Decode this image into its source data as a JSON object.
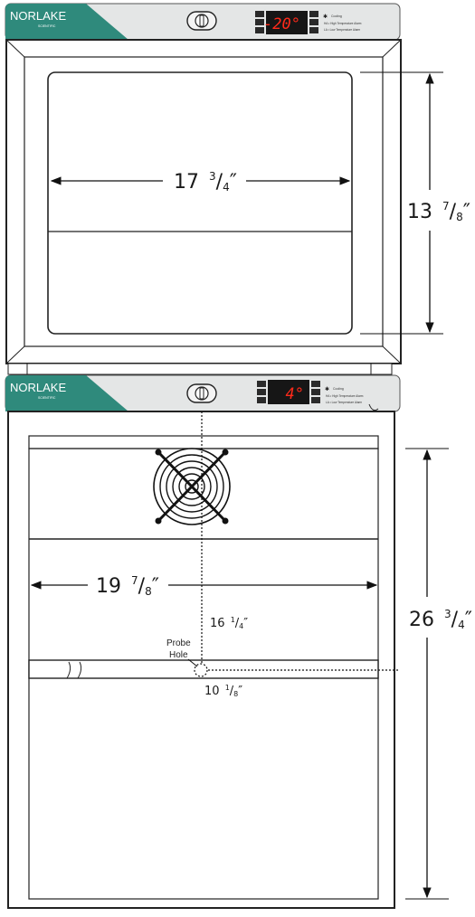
{
  "colors": {
    "brand_teal": "#2f8a7c",
    "panel_gray": "#d9dcdc",
    "display_bg": "#1a1a1a",
    "display_digits": "#ff2a1a",
    "outline": "#222222"
  },
  "top_unit": {
    "brand": "NORLAKE",
    "brand_sub": "SCIENTIFIC",
    "display_value": "-20°",
    "legend": [
      "Cooling",
      "HA • High Temperature Alarm",
      "LA • Low Temperature Alarm"
    ],
    "width_dim": {
      "whole": "17",
      "num": "3",
      "den": "4"
    },
    "height_dim": {
      "whole": "13",
      "num": "7",
      "den": "8"
    }
  },
  "bottom_unit": {
    "brand": "NORLAKE",
    "brand_sub": "SCIENTIFIC",
    "display_value": "4°",
    "legend": [
      "Cooling",
      "HA • High Temperature Alarm",
      "LA • Low Temperature Alarm"
    ],
    "width_dim": {
      "whole": "19",
      "num": "7",
      "den": "8"
    },
    "height_dim": {
      "whole": "26",
      "num": "3",
      "den": "4"
    },
    "probe_vertical_dim": {
      "whole": "16",
      "num": "1",
      "den": "4"
    },
    "probe_horizontal_dim": {
      "whole": "10",
      "num": "1",
      "den": "8"
    },
    "probe_label_line1": "Probe",
    "probe_label_line2": "Hole"
  },
  "icons": [
    "fan-grille-icon",
    "door-lock-icon",
    "snowflake-icon"
  ]
}
